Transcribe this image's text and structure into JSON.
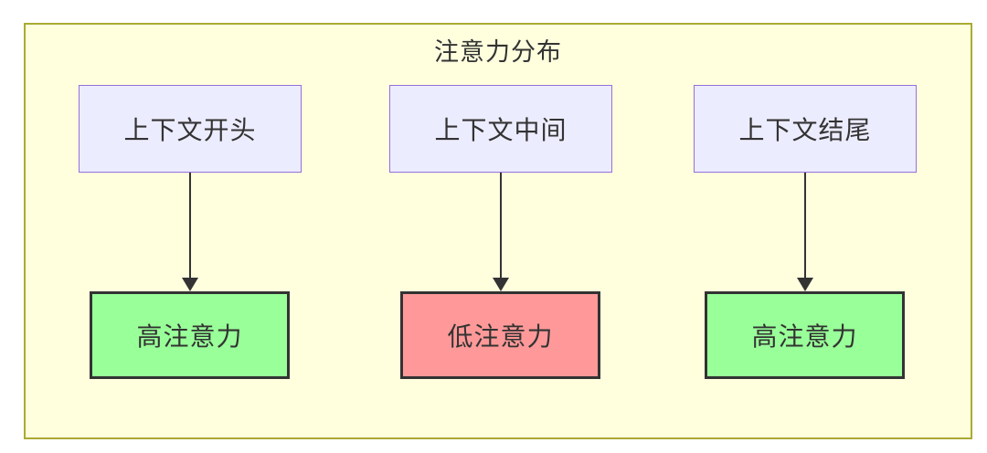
{
  "diagram": {
    "title": "注意力分布",
    "type": "flowchart",
    "columns": [
      {
        "source_label": "上下文开头",
        "result_label": "高注意力",
        "result_level": "high"
      },
      {
        "source_label": "上下文中间",
        "result_label": "低注意力",
        "result_level": "low"
      },
      {
        "source_label": "上下文结尾",
        "result_label": "高注意力",
        "result_level": "high"
      }
    ],
    "colors": {
      "frame_background": "#ffffde",
      "frame_border": "#aaaa33",
      "source_node_fill": "#ececff",
      "source_node_border": "#9370db",
      "high_attention_fill": "#99ff99",
      "low_attention_fill": "#ff9999",
      "result_node_border": "#333333",
      "arrow": "#333333",
      "text": "#333333"
    }
  }
}
